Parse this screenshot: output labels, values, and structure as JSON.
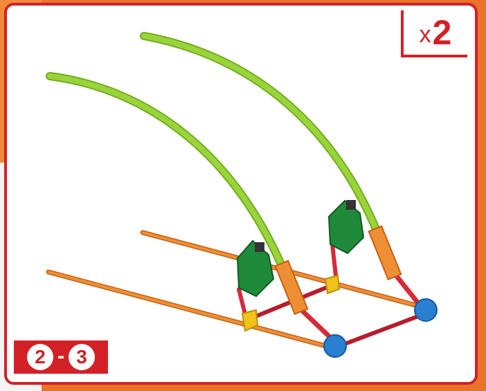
{
  "quantity": {
    "prefix": "x",
    "count": "2"
  },
  "step": {
    "from": "2",
    "separator": "-",
    "to": "3"
  },
  "colors": {
    "frame": "#d32027",
    "rod_green": "#9ad43a",
    "rod_orange": "#e08327",
    "rod_red": "#d62a3a",
    "connector_green": "#1f8a3a",
    "connector_blue": "#2a7fd0",
    "connector_yellow": "#f0c21a",
    "background_orange": "#e8742a"
  }
}
